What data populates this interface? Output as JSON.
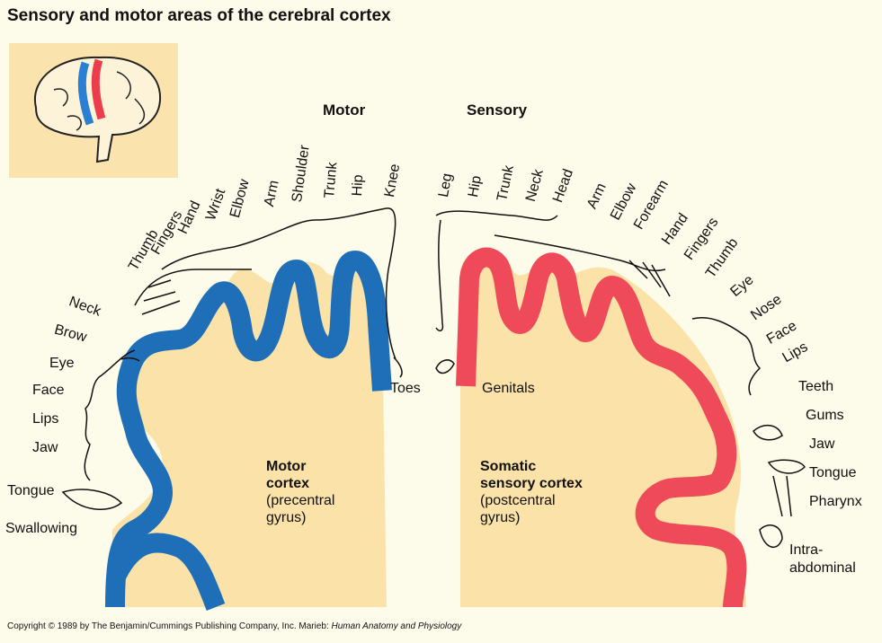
{
  "title": "Sensory and motor areas of the cerebral cortex",
  "motor_heading": "Motor",
  "sensory_heading": "Sensory",
  "motor_labels": [
    "Thumb",
    "Fingers",
    "Hand",
    "Wrist",
    "Elbow",
    "Arm",
    "Shoulder",
    "Trunk",
    "Hip",
    "Knee",
    "Neck",
    "Brow",
    "Eye",
    "Face",
    "Lips",
    "Jaw",
    "Tongue",
    "Swallowing",
    "Toes"
  ],
  "sensory_labels": [
    "Leg",
    "Hip",
    "Trunk",
    "Neck",
    "Head",
    "Arm",
    "Elbow",
    "Forearm",
    "Hand",
    "Fingers",
    "Thumb",
    "Eye",
    "Nose",
    "Face",
    "Lips",
    "Teeth",
    "Gums",
    "Jaw",
    "Tongue",
    "Pharynx",
    "Intra-",
    "abdominal",
    "Genitals"
  ],
  "motor_cortex": {
    "title_line1": "Motor",
    "title_line2": "cortex",
    "sub_line1": "(precentral",
    "sub_line2": "gyrus)"
  },
  "sensory_cortex": {
    "title_line1": "Somatic",
    "title_line2": "sensory cortex",
    "sub_line1": "(postcentral",
    "sub_line2": "gyrus)"
  },
  "copyright_prefix": "Copyright © 1989 by The Benjamin/Cummings Publishing Company, Inc. Marieb: ",
  "copyright_italic": "Human Anatomy and Physiology",
  "colors": {
    "motor": "#1f6fb8",
    "sensory": "#ec3d4c",
    "tissue": "#fbe2a8",
    "background": "#fdfbe9",
    "inset": "#fbe3ad"
  }
}
